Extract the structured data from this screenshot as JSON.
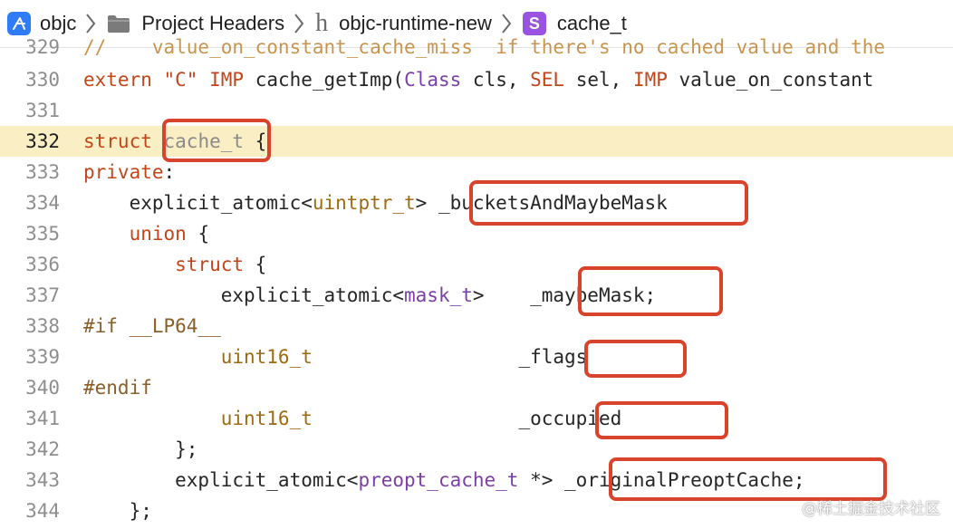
{
  "breadcrumb": {
    "items": [
      {
        "icon": "xcode-project-icon",
        "label": "objc"
      },
      {
        "icon": "folder-icon",
        "label": "Project Headers"
      },
      {
        "icon": "header-file-icon",
        "icon_text": "h",
        "label": "objc-runtime-new"
      },
      {
        "icon": "struct-symbol-icon",
        "icon_text": "S",
        "label": "cache_t"
      }
    ]
  },
  "editor": {
    "current_line": "332",
    "lines": [
      {
        "n": "329",
        "t": [
          "//    value_on_constant_cache_miss  if there's no cached value and the"
        ]
      },
      {
        "n": "330",
        "t": [
          "extern",
          " ",
          "\"C\"",
          " ",
          "IMP",
          " cache_getImp(",
          "Class",
          " cls, ",
          "SEL",
          " sel, ",
          "IMP",
          " value_on_constant"
        ]
      },
      {
        "n": "331",
        "t": []
      },
      {
        "n": "332",
        "t": [
          "struct",
          " ",
          "cache_t",
          " {"
        ]
      },
      {
        "n": "333",
        "t": [
          "private",
          ":"
        ]
      },
      {
        "n": "334",
        "t": [
          "    explicit_atomic<",
          "uintptr_t",
          "> ",
          "_bucketsAndMaybeMask"
        ]
      },
      {
        "n": "335",
        "t": [
          "    ",
          "union",
          " {"
        ]
      },
      {
        "n": "336",
        "t": [
          "        ",
          "struct",
          " {"
        ]
      },
      {
        "n": "337",
        "t": [
          "            explicit_atomic<",
          "mask_t",
          ">    ",
          "_maybeMask",
          ";"
        ]
      },
      {
        "n": "338",
        "t": [
          "#if __LP64__"
        ]
      },
      {
        "n": "339",
        "t": [
          "            ",
          "uint16_t",
          "                  ",
          "_flags"
        ]
      },
      {
        "n": "340",
        "t": [
          "#endif"
        ]
      },
      {
        "n": "341",
        "t": [
          "            ",
          "uint16_t",
          "                  ",
          "_occupied"
        ]
      },
      {
        "n": "342",
        "t": [
          "        };"
        ]
      },
      {
        "n": "343",
        "t": [
          "        explicit_atomic<",
          "preopt_cache_t",
          " *> ",
          "_originalPreoptCache",
          ";"
        ]
      },
      {
        "n": "344",
        "t": [
          "    };"
        ]
      }
    ]
  },
  "annotations": [
    "cache_t",
    "_bucketsAndMaybeMask",
    "_maybeMask",
    "_flags",
    "_occupied",
    "_originalPreoptCache"
  ],
  "watermark": "@稀土掘金技术社区",
  "colors": {
    "keyword": "#c2451a",
    "type": "#a06a11",
    "project_type": "#7a40a8",
    "highlight_line": "#faeec4",
    "annotation_box": "#d9432b"
  }
}
